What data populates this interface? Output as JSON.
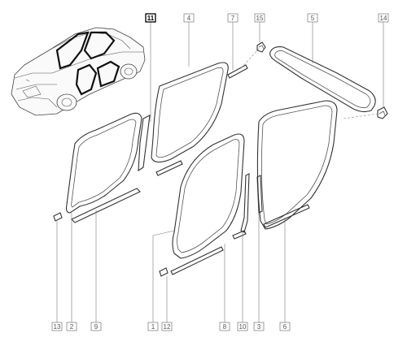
{
  "callouts_top": [
    {
      "id": "c11",
      "label": "11",
      "highlighted": true
    },
    {
      "id": "c4",
      "label": "4"
    },
    {
      "id": "c7",
      "label": "7"
    },
    {
      "id": "c15",
      "label": "15"
    },
    {
      "id": "c5",
      "label": "5"
    },
    {
      "id": "c14",
      "label": "14"
    }
  ],
  "callouts_bottom": [
    {
      "id": "c13",
      "label": "13"
    },
    {
      "id": "c2",
      "label": "2"
    },
    {
      "id": "c9",
      "label": "9"
    },
    {
      "id": "c1",
      "label": "1"
    },
    {
      "id": "c12",
      "label": "12"
    },
    {
      "id": "c8",
      "label": "8"
    },
    {
      "id": "c10",
      "label": "10"
    },
    {
      "id": "c3",
      "label": "3"
    },
    {
      "id": "c6",
      "label": "6"
    }
  ]
}
